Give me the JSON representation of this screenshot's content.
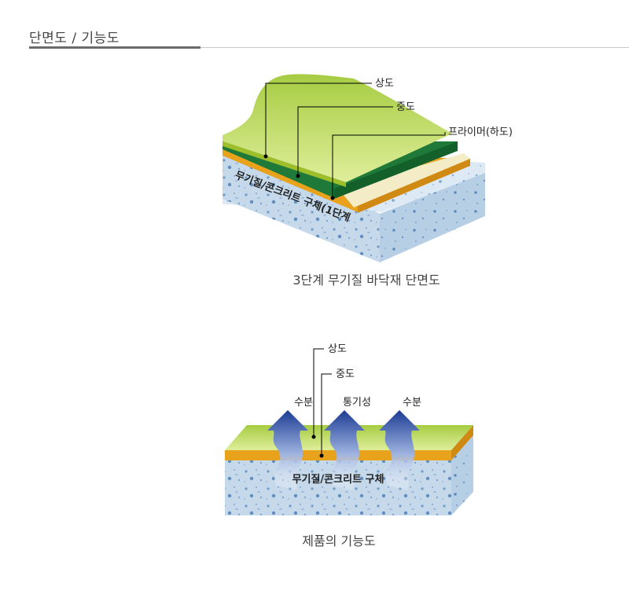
{
  "header": {
    "title": "단면도 / 기능도"
  },
  "diagram1": {
    "labels": {
      "top": "상도",
      "middle": "중도",
      "primer": "프라이머(하도)",
      "base": "무기질/콘크리트 구체(1단계"
    },
    "caption": "3단계 무기질 바닥재 단면도"
  },
  "diagram2": {
    "labels": {
      "top": "상도",
      "middle": "중도",
      "moisture_left": "수분",
      "breath": "통기성",
      "moisture_right": "수분",
      "base": "무기질/콘크리트 구체"
    },
    "caption": "제품의 기능도"
  },
  "colors": {
    "lime": "#c7dc3a",
    "dark_green": "#1f7a3a",
    "cream": "#f3ecc7",
    "orange": "#e8a21c",
    "concrete": "#c9dceb",
    "arrow_blue": "#1c3c94"
  }
}
